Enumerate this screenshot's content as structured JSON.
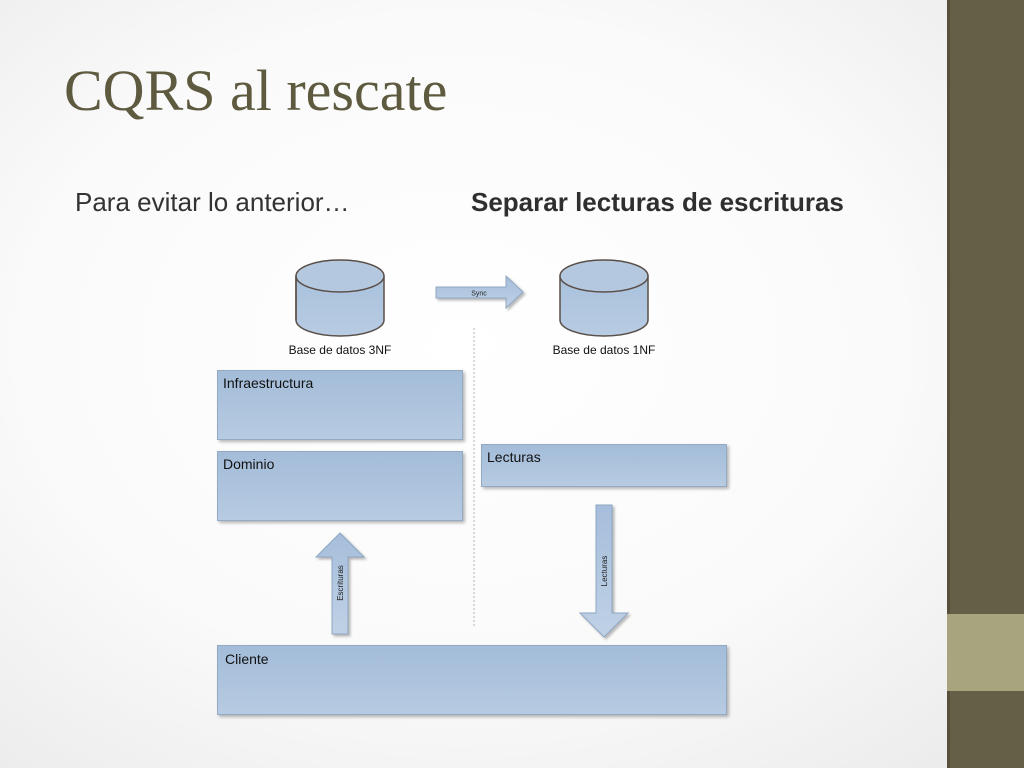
{
  "slide": {
    "title": "CQRS al rescate",
    "subtitle_left": "Para evitar lo anterior…",
    "subtitle_right": "Separar lecturas de escrituras"
  },
  "diagram": {
    "databases": [
      {
        "id": "db3nf",
        "label": "Base de datos 3NF"
      },
      {
        "id": "db1nf",
        "label": "Base de datos 1NF"
      }
    ],
    "sync_label": "Sync",
    "boxes": {
      "infra": "Infraestructura",
      "dominio": "Dominio",
      "lecturas": "Lecturas",
      "cliente": "Cliente"
    },
    "arrows": {
      "escrituras": "Escrituras",
      "lecturas": "Lecturas"
    }
  },
  "colors": {
    "title": "#5e5a3f",
    "sidebar": "#665f47",
    "sidebar_accent": "#a8a47e",
    "shape_fill": "#a3bcd8",
    "shape_border": "#94a9c2",
    "db_border": "#5a4f48"
  }
}
